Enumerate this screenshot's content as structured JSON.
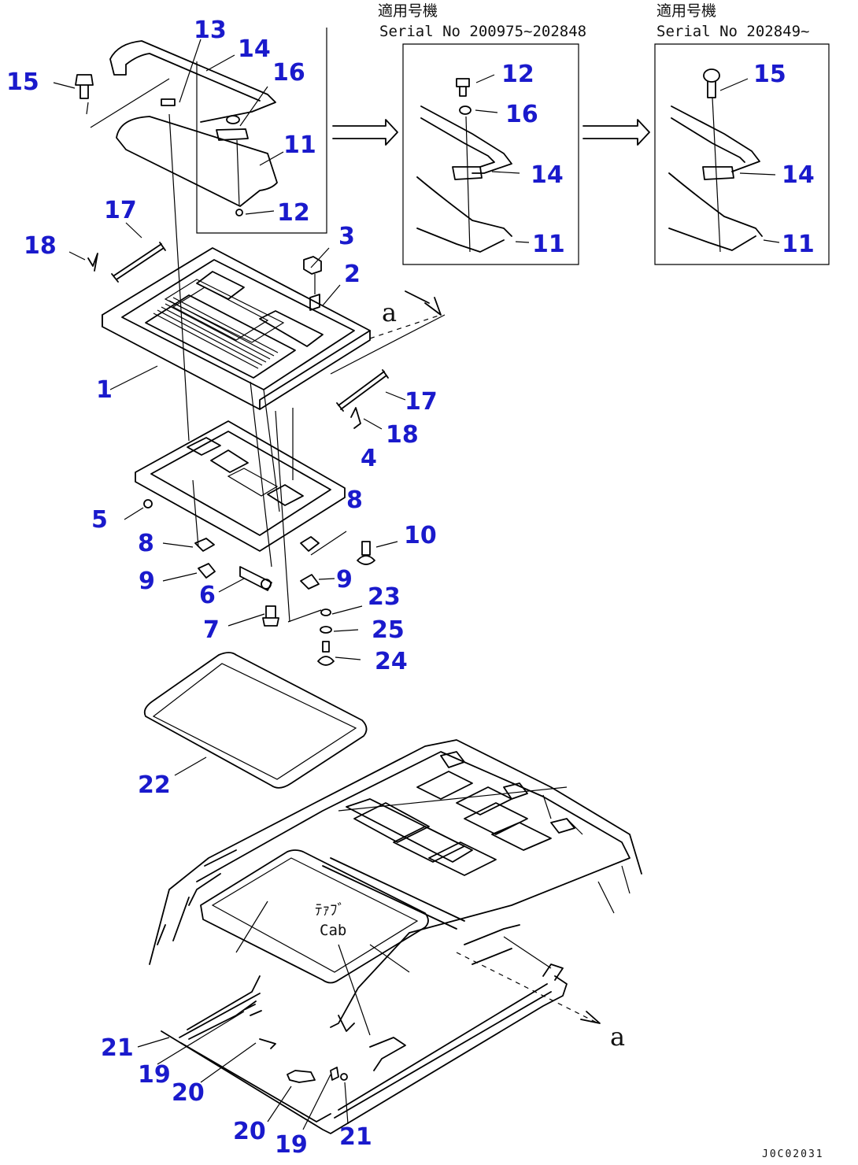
{
  "variants": [
    {
      "title": "適用号機",
      "serial": "Serial No 200975~202848"
    },
    {
      "title": "適用号機",
      "serial": "Serial No 202849~"
    }
  ],
  "cab_label": [
    "ﾃｧﾌﾞ",
    "Cab"
  ],
  "view_marker": "a",
  "drawing_code": "J0C02031",
  "callouts": {
    "main": [
      "1",
      "2",
      "3",
      "4",
      "5",
      "6",
      "7",
      "8",
      "8",
      "9",
      "9",
      "10",
      "11",
      "12",
      "13",
      "14",
      "15",
      "16",
      "17",
      "17",
      "18",
      "18",
      "19",
      "19",
      "20",
      "20",
      "21",
      "21",
      "22",
      "23",
      "24",
      "25"
    ],
    "variant_a": [
      "12",
      "16",
      "14",
      "11"
    ],
    "variant_b": [
      "15",
      "14",
      "11"
    ]
  }
}
